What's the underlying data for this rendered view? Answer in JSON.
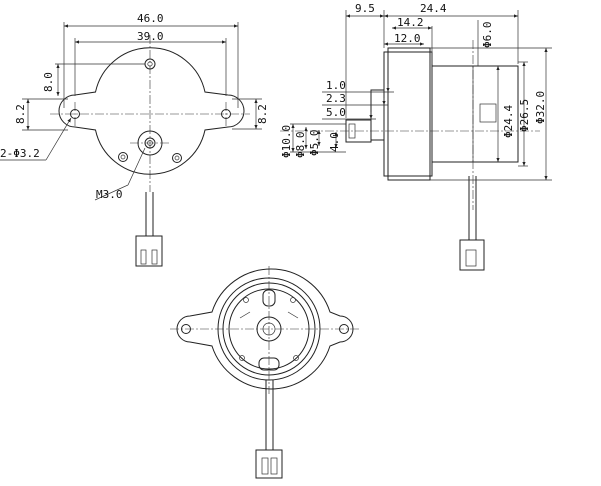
{
  "front_view": {
    "overall_width": "46.0",
    "hole_pitch": "39.0",
    "ear_height_top": "8.0",
    "ear_height_left": "8.2",
    "ear_height_right": "8.2",
    "mount_holes": "2-Φ3.2",
    "shaft_thread": "M3.0"
  },
  "side_view": {
    "shaft_length": "9.5",
    "body_depth": "24.4",
    "boss_length": "14.2",
    "flange_length": "12.0",
    "body_dia_small": "Φ6.0",
    "step_1": "1.0",
    "step_2": "2.3",
    "step_3": "5.0",
    "step_4": "4.0",
    "boss_dia": "Φ10.0",
    "shaft_dia_1": "Φ8.0",
    "shaft_dia_2": "Φ5.0",
    "rear_dia": "Φ24.4",
    "mid_dia": "Φ26.5",
    "outer_dia": "Φ32.0"
  }
}
